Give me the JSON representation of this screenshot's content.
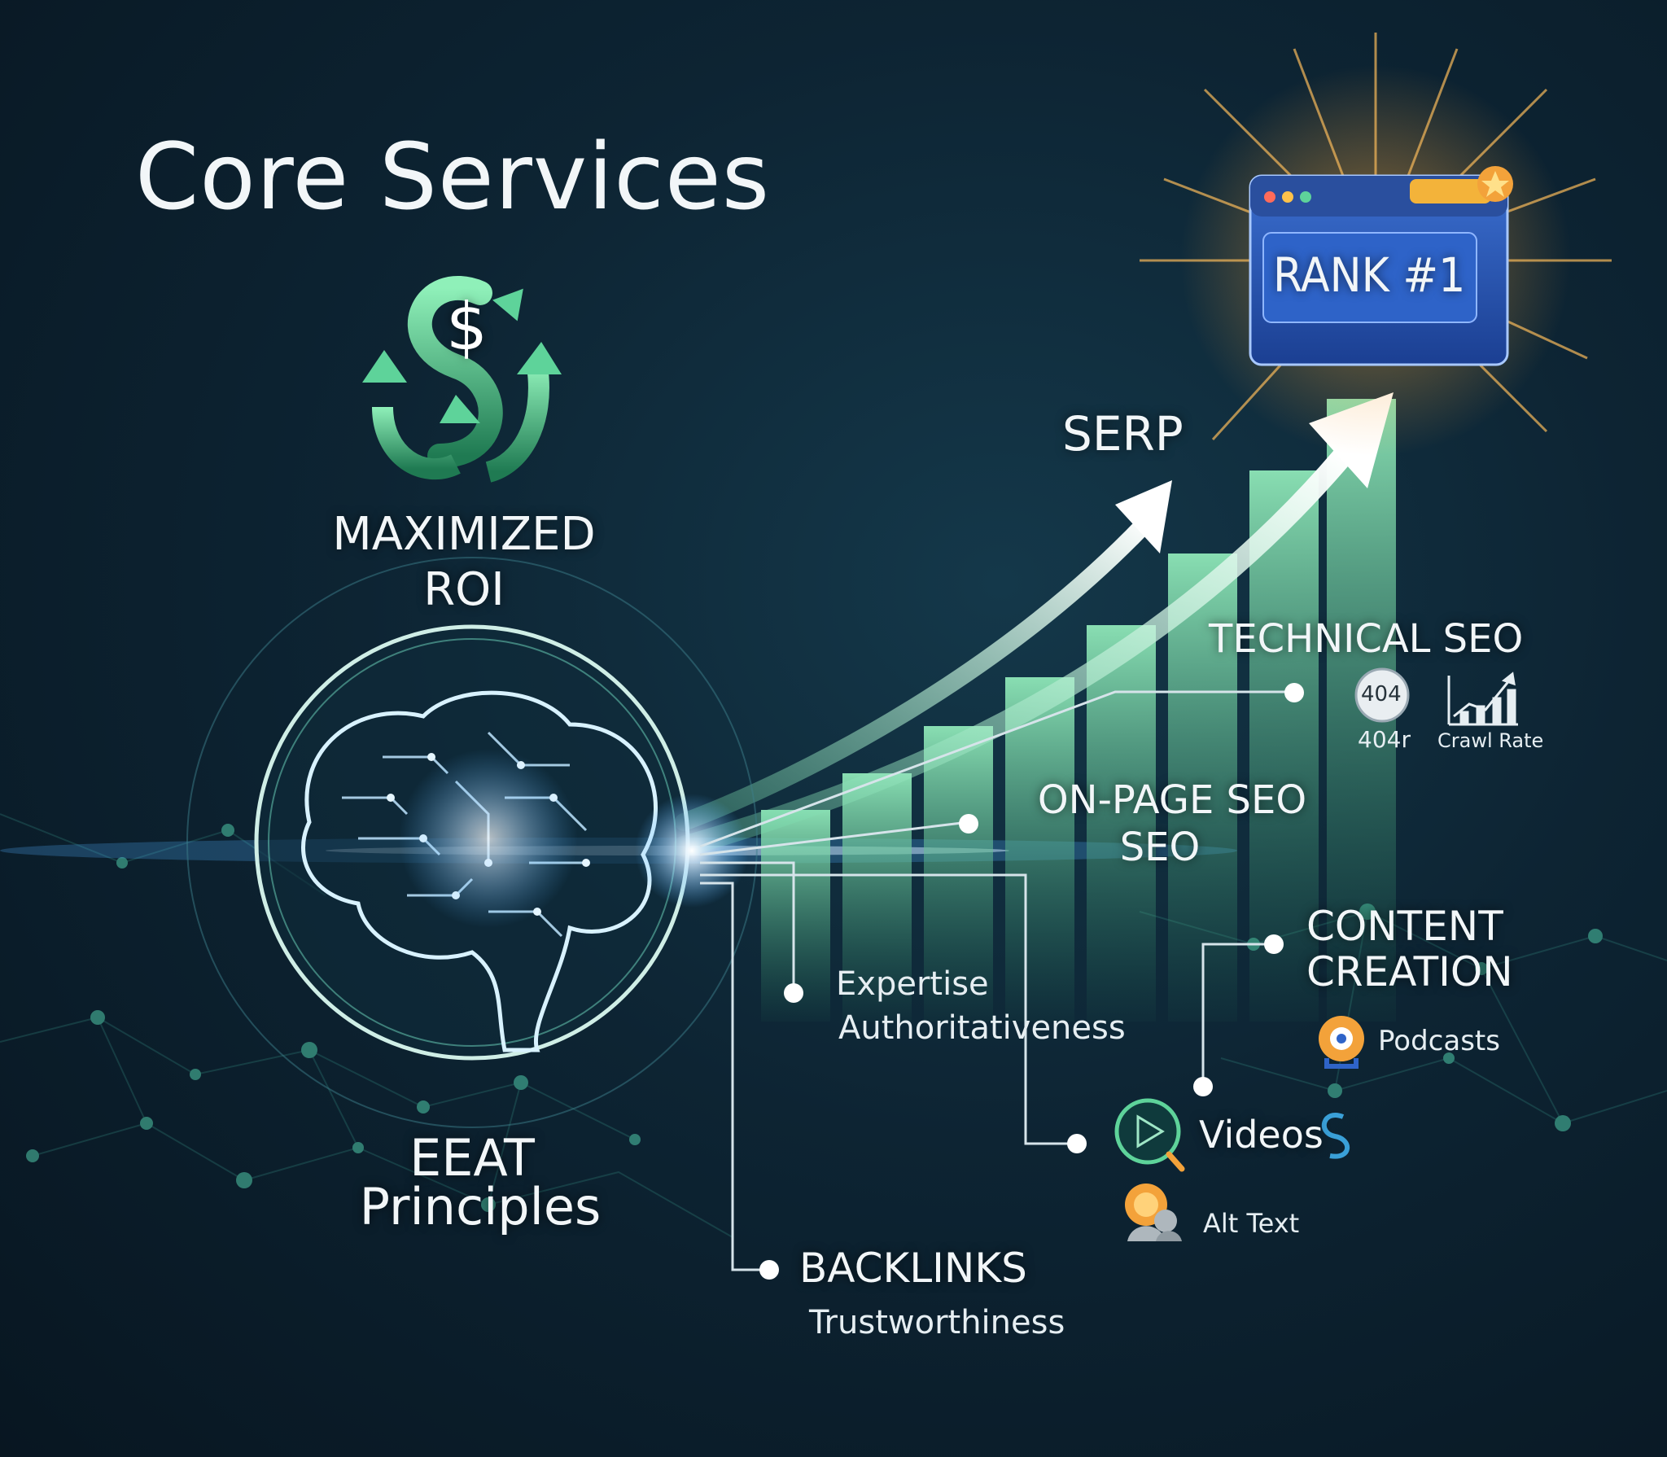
{
  "title": "Core Services",
  "roi": {
    "line1": "MAXIMIZED",
    "line2": "ROI"
  },
  "eeat": {
    "line1": "EEAT",
    "line2": "Principles"
  },
  "serp": "SERP",
  "rank_badge": "RANK #1",
  "technical_seo": {
    "title": "TECHNICAL SEO",
    "icon_404_label": "404",
    "caption_404": "404r",
    "crawl_caption": "Crawl Rate"
  },
  "on_page_seo": {
    "line1": "ON-PAGE SEO",
    "line2": "SEO"
  },
  "content_creation": {
    "line1": "CONTENT",
    "line2": "CREATION",
    "podcasts": "Podcasts",
    "videos": "Videos",
    "alt_text": "Alt Text"
  },
  "expertise": {
    "line1": "Expertise",
    "line2": "Authoritativeness"
  },
  "backlinks": {
    "title": "BACKLINKS",
    "subtitle": "Trustworthiness"
  },
  "colors": {
    "accent_green": "#5ed39a",
    "badge_blue": "#2f64c8",
    "glow_orange": "#f3a23a",
    "text": "#f2f6f8"
  }
}
